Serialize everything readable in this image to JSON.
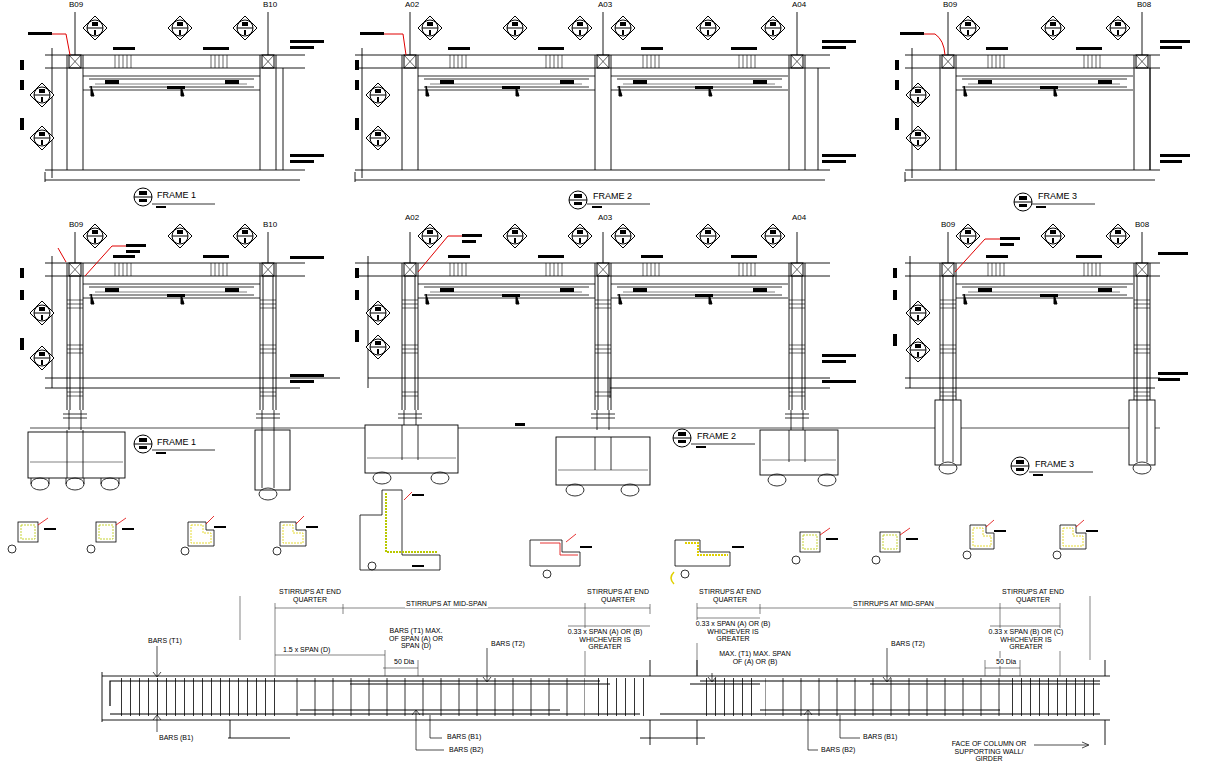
{
  "diagram": {
    "labels": [
      "B09",
      "B10",
      "A02",
      "A03",
      "A04",
      "B09",
      "B08",
      "FRAME 1",
      "FRAME 2",
      "FRAME 3",
      "B09",
      "B10",
      "A02",
      "A03",
      "A04",
      "B09",
      "B08",
      "FRAME 1",
      "FRAME 2",
      "FRAME 3",
      "STIRRUPS AT END QUARTER",
      "STIRRUPS AT MID-SPAN",
      "STIRRUPS AT END QUARTER",
      "STIRRUPS AT END QUARTER",
      "STIRRUPS AT MID-SPAN",
      "STIRRUPS AT END QUARTER",
      "BARS (T1)",
      "BARS (T1) MAX. OF SPAN (A) OR SPAN (D)",
      "1.5 x SPAN (D)",
      "50 Dia",
      "BARS (T2)",
      "0.33 x SPAN (A) OR (B) WHICHEVER IS GREATER",
      "0.33 x SPAN (A) OR (B) WHICHEVER IS GREATER",
      "MAX. (T1) MAX. SPAN OF (A) OR (B)",
      "0.33 x SPAN (B) OR (C) WHICHEVER IS GREATER",
      "BARS (T2)",
      "50 Dia",
      "BARS (B1)",
      "BARS (B1)",
      "BARS (B2)",
      "BARS (B1)",
      "BARS (B2)",
      "FACE OF COLUMN OR SUPPORTING WALL/ GIRDER"
    ]
  }
}
